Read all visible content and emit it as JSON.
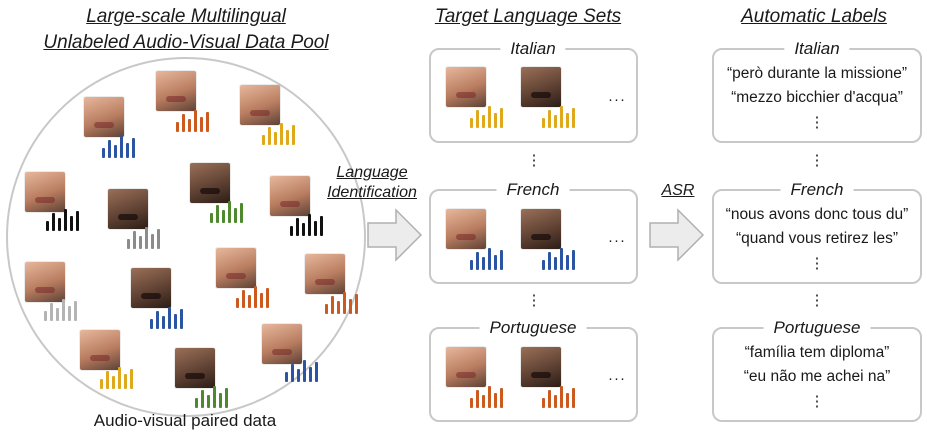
{
  "headers": {
    "pool_line1": "Large-scale Multilingual",
    "pool_line2": "Unlabeled Audio-Visual Data Pool",
    "target": "Target Language Sets",
    "labels": "Automatic Labels"
  },
  "pool_caption": "Audio-visual paired data",
  "arrows": {
    "lid_line1": "Language",
    "lid_line2": "Identification",
    "asr": "ASR"
  },
  "colors": {
    "italian": "#e0a91c",
    "french": "#2b55a2",
    "portuguese": "#cc5a1e",
    "green": "#4d8a2e",
    "black": "#111111",
    "gray": "#8c8c8c",
    "lightgray": "#b4b4b4",
    "border": "#c8c8c8"
  },
  "languages": [
    {
      "name": "Italian",
      "quotes": [
        "“però durante la missione”",
        "“mezzo bicchier d'acqua”"
      ]
    },
    {
      "name": "French",
      "quotes": [
        "“nous avons donc tous du”",
        "“quand vous retirez les”"
      ]
    },
    {
      "name": "Portuguese",
      "quotes": [
        "“família tem diploma”",
        "“eu não me achei na”"
      ]
    }
  ],
  "ellipsis_horizontal": "···",
  "ellipsis_vertical": "⋮"
}
